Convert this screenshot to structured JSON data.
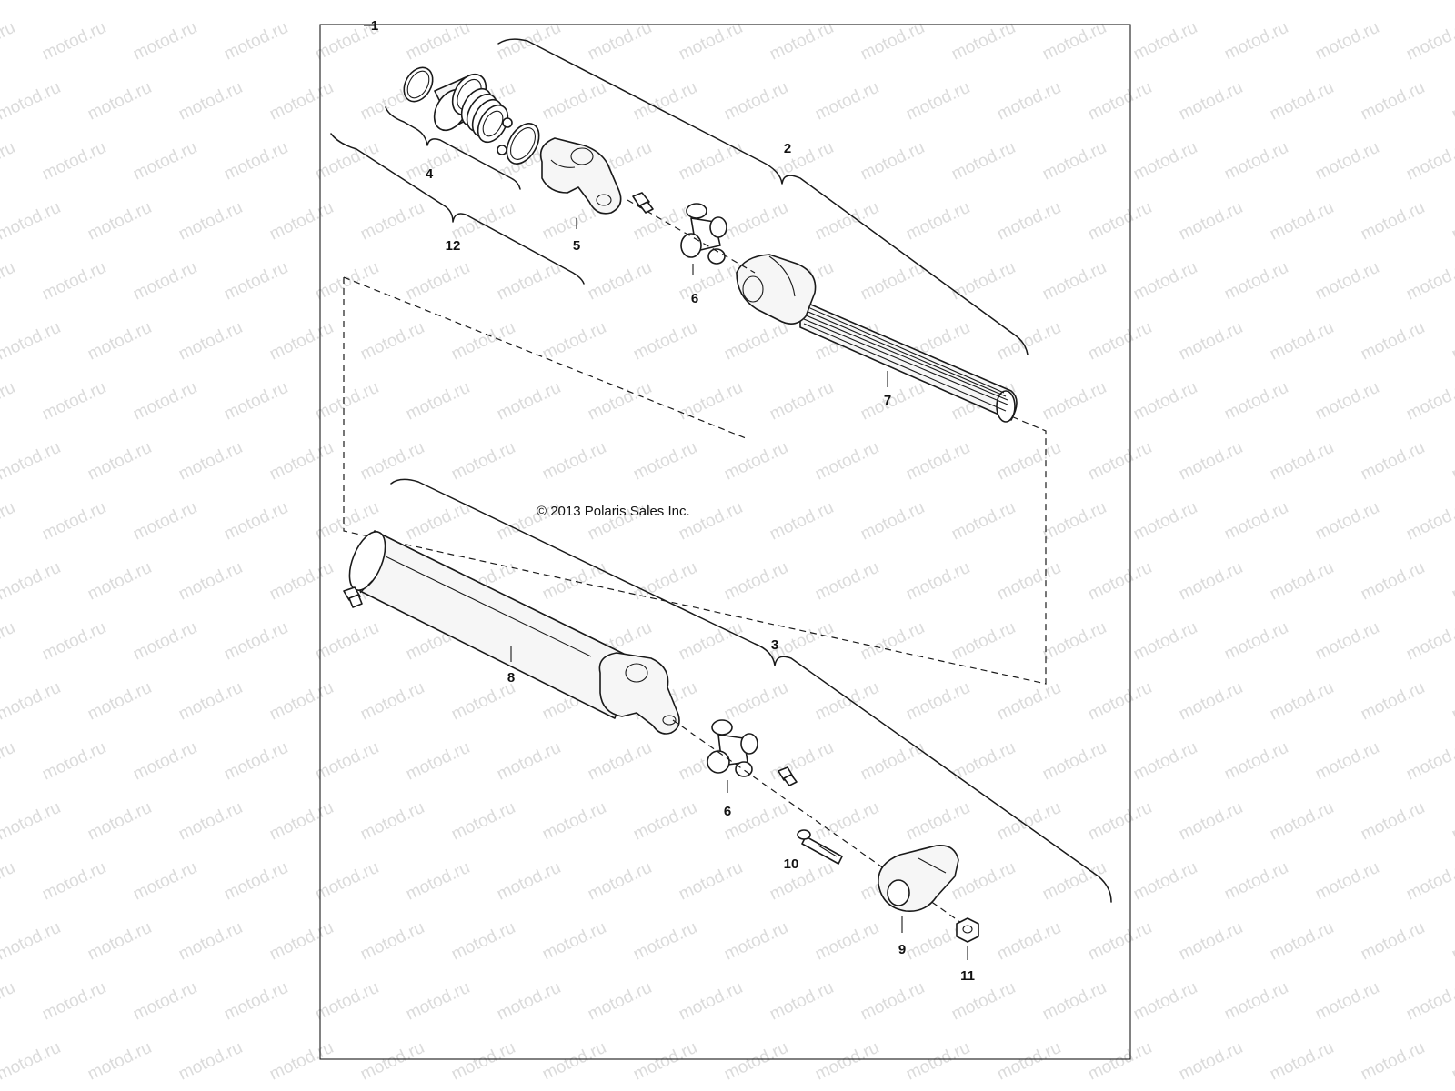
{
  "copyright": "© 2013 Polaris Sales Inc.",
  "watermark": "motod.ru",
  "callouts": {
    "c1": "1",
    "c2": "2",
    "c3": "3",
    "c4": "4",
    "c5": "5",
    "c6a": "6",
    "c6b": "6",
    "c7": "7",
    "c8": "8",
    "c9": "9",
    "c10": "10",
    "c11": "11",
    "c12": "12"
  },
  "colors": {
    "line": "#1a1a1a",
    "background": "#ffffff",
    "watermark": "#cfcfcf"
  }
}
